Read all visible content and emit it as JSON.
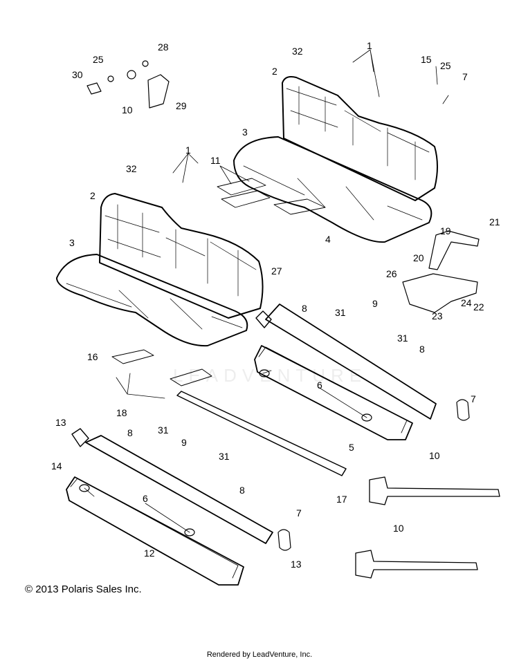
{
  "diagram": {
    "callouts": [
      "1",
      "2",
      "3",
      "4",
      "5",
      "6",
      "7",
      "8",
      "9",
      "10",
      "11",
      "12",
      "13",
      "14",
      "15",
      "16",
      "17",
      "18",
      "19",
      "20",
      "21",
      "22",
      "23",
      "24",
      "25",
      "26",
      "27",
      "28",
      "29",
      "30",
      "31",
      "32"
    ],
    "watermark": "LEADVENTURE",
    "copyright": "© 2013 Polaris Sales Inc.",
    "rendered_by": "Rendered by LeadVenture, Inc."
  },
  "colors": {
    "line": "#000000",
    "background": "#ffffff"
  }
}
